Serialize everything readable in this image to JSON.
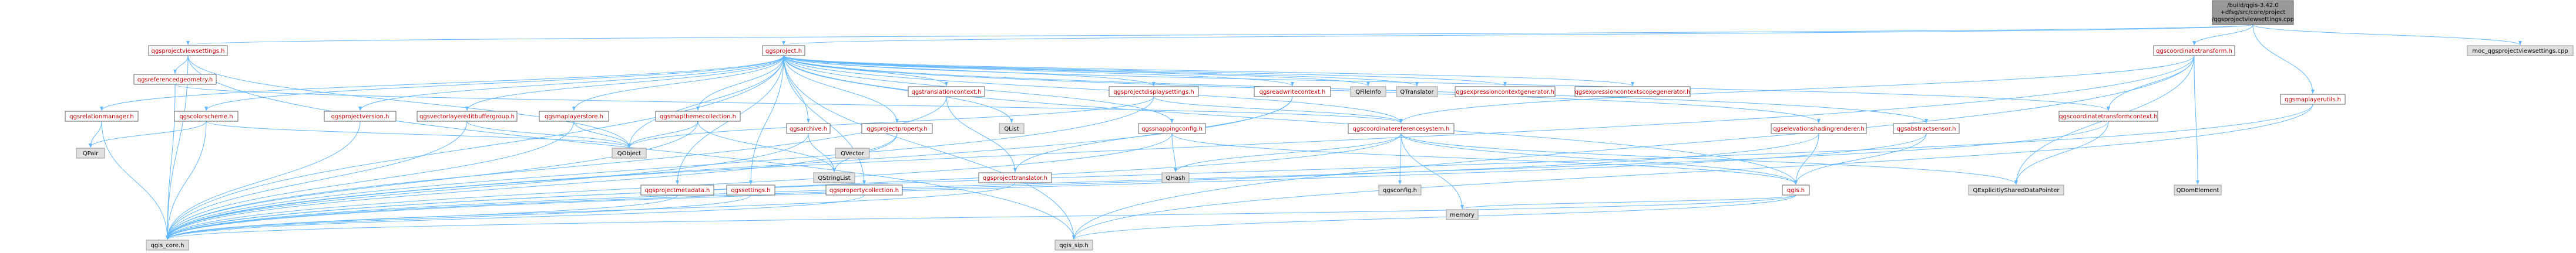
{
  "palette": {
    "root_fill": "#999999",
    "root_stroke": "#666666",
    "file_fill": "#ffffff",
    "file_stroke": "#666666",
    "ext_fill": "#e0e0e0",
    "ext_stroke": "#999999",
    "edge": "#63b8ff",
    "link_text": "#c00000"
  },
  "graph": {
    "root": {
      "line1": "/build/qgis-3.42.0",
      "line2": "+dfsg/src/core/project",
      "line3": "/qgsprojectviewsettings.cpp"
    },
    "nodes": {
      "qgsprojectviewsettings_h": "qgsprojectviewsettings.h",
      "qgsproject_h": "qgsproject.h",
      "qgscoordinatetransform_h": "qgscoordinatetransform.h",
      "qgsmaplayerutils_h": "qgsmaplayerutils.h",
      "moc_cpp": "moc_qgsprojectviewsettings.cpp",
      "qgsreferencedgeometry_h": "qgsreferencedgeometry.h",
      "qgsrelationmanager_h": "qgsrelationmanager.h",
      "qgscolorscheme_h": "qgscolorscheme.h",
      "qgsprojectversion_h": "qgsprojectversion.h",
      "qgsvectorlayereditbuffergroup_h": "qgsvectorlayereditbuffergroup.h",
      "qgsmaplayerstore_h": "qgsmaplayerstore.h",
      "qgsmapthemecollection_h": "qgsmapthemecollection.h",
      "qgsarchive_h": "qgsarchive.h",
      "qgsprojectproperty_h": "qgsprojectproperty.h",
      "qgstranslationcontext_h": "qgstranslationcontext.h",
      "qgsprojectdisplaysettings_h": "qgsprojectdisplaysettings.h",
      "qgsreadwritecontext_h": "qgsreadwritecontext.h",
      "QFileInfo": "QFileInfo",
      "QTranslator": "QTranslator",
      "qgsexpressioncontextgenerator_h": "qgsexpressioncontextgenerator.h",
      "qgsexpressioncontextscopegenerator_h": "qgsexpressioncontextscopegenerator.h",
      "qgscoordinatetransformcontext_h": "qgscoordinatetransformcontext.h",
      "qgssnappingconfig_h": "qgssnappingconfig.h",
      "qgscoordinatereferencesystem_h": "qgscoordinatereferencesystem.h",
      "qgselevationshadingrenderer_h": "qgselevationshadingrenderer.h",
      "qgsabstractsensor_h": "qgsabstractsensor.h",
      "QPair": "QPair",
      "QVector": "QVector",
      "QList": "QList",
      "QObject": "QObject",
      "QStringList": "QStringList",
      "QHash": "QHash",
      "qgsprojectmetadata_h": "qgsprojectmetadata.h",
      "qgssettings_h": "qgssettings.h",
      "qgspropertycollection_h": "qgspropertycollection.h",
      "qgsprojecttranslator_h": "qgsprojecttranslator.h",
      "qgsconfig_h": "qgsconfig.h",
      "qgis_h": "qgis.h",
      "QExplicitlySharedDataPointer": "QExplicitlySharedDataPointer",
      "QDomElement": "QDomElement",
      "qgis_core_h": "qgis_core.h",
      "qgis_sip_h": "qgis_sip.h",
      "memory": "memory"
    }
  }
}
